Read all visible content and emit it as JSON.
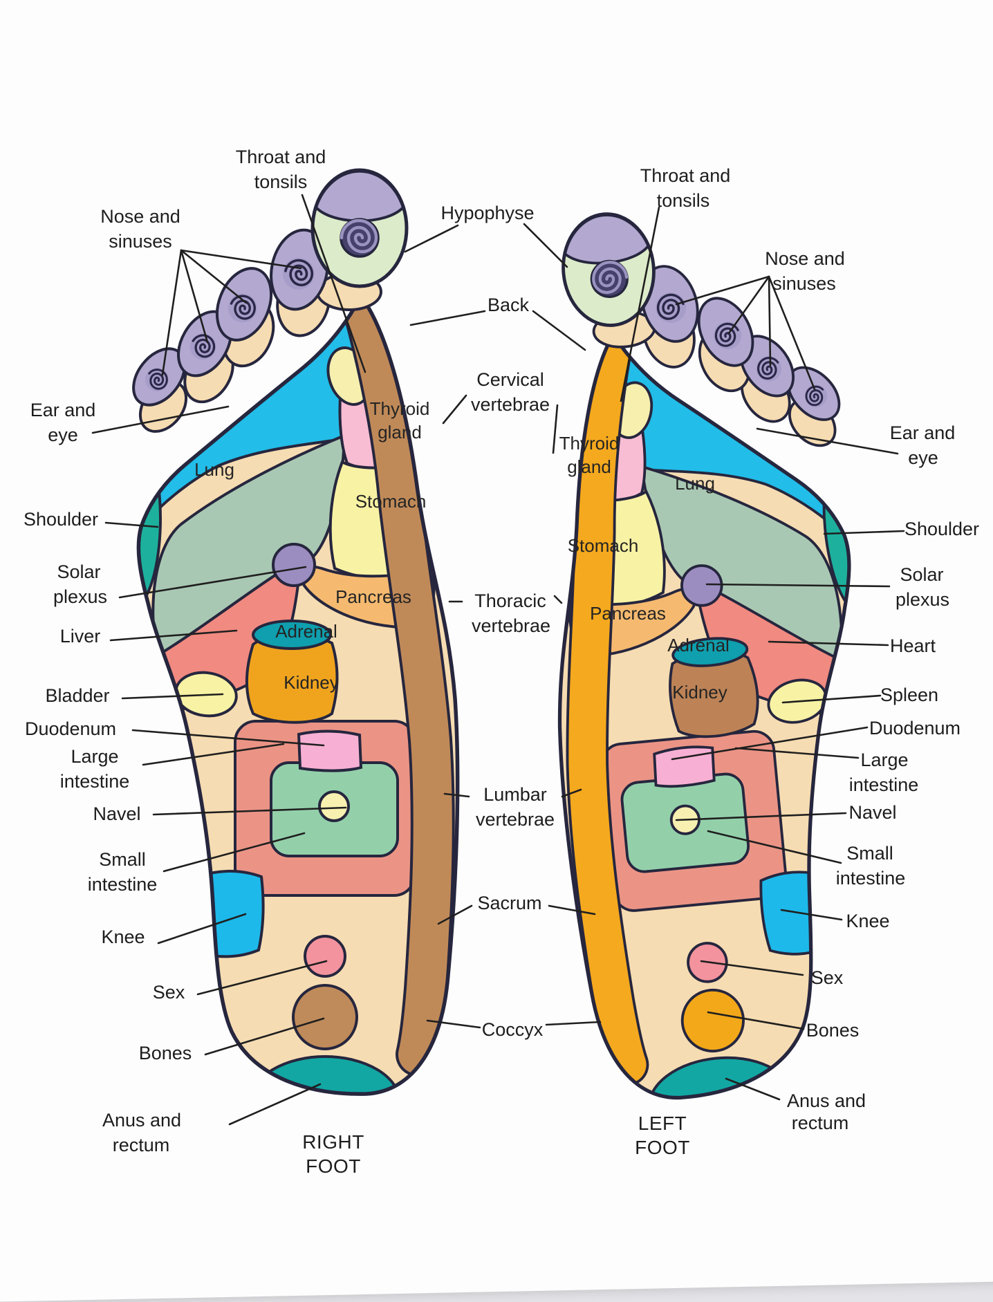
{
  "figure": "reflexology-foot-chart",
  "feet": {
    "right_caption": [
      "RIGHT",
      "FOOT"
    ],
    "left_caption": [
      "LEFT",
      "FOOT"
    ]
  },
  "zone_texts": {
    "lung": "Lung",
    "thyroid": [
      "Thyroid",
      "gland"
    ],
    "stomach": "Stomach",
    "pancreas": "Pancreas",
    "adrenal": "Adrenal",
    "kidney": "Kidney"
  },
  "labels_left": {
    "throat": [
      "Throat and",
      "tonsils"
    ],
    "nose": [
      "Nose and",
      "sinuses"
    ],
    "ear": [
      "Ear and",
      "eye"
    ],
    "shoulder": "Shoulder",
    "solar": [
      "Solar",
      "plexus"
    ],
    "liver": "Liver",
    "bladder": "Bladder",
    "duodenum": "Duodenum",
    "large": [
      "Large",
      "intestine"
    ],
    "navel": "Navel",
    "small": [
      "Small",
      "intestine"
    ],
    "knee": "Knee",
    "sex": "Sex",
    "bones": "Bones",
    "anus": [
      "Anus and",
      "rectum"
    ]
  },
  "labels_center": {
    "hypophyse": "Hypophyse",
    "back": "Back",
    "cervical": [
      "Cervical",
      "vertebrae"
    ],
    "thoracic": [
      "Thoracic",
      "vertebrae"
    ],
    "lumbar": [
      "Lumbar",
      "vertebrae"
    ],
    "sacrum": "Sacrum",
    "coccyx": "Coccyx"
  },
  "labels_right": {
    "throat": [
      "Throat and",
      "tonsils"
    ],
    "nose": [
      "Nose and",
      "sinuses"
    ],
    "ear": [
      "Ear and",
      "eye"
    ],
    "shoulder": "Shoulder",
    "solar": [
      "Solar",
      "plexus"
    ],
    "heart": "Heart",
    "spleen": "Spleen",
    "duodenum": "Duodenum",
    "large": [
      "Large",
      "intestine"
    ],
    "navel": "Navel",
    "small": [
      "Small",
      "intestine"
    ],
    "knee": "Knee",
    "sex": "Sex",
    "bones": "Bones",
    "anus": [
      "Anus and",
      "rectum"
    ]
  },
  "colors": {
    "skin": "#f6dcb2",
    "toe_lavender": "#b3a9d0",
    "big_toe_green": "#dcebc9",
    "ear_eye_cyan": "#22bde8",
    "lung_sage": "#a9c8b3",
    "shoulder_teal": "#1db19d",
    "solar_purple": "#9c8dc1",
    "liver_heart_salmon": "#f18a80",
    "pale_yellow": "#f8f2a4",
    "adrenal_teal": "#0f9fae",
    "kidney_right": "#f0a41e",
    "kidney_left": "#bd8356",
    "spine_right": "#c08a58",
    "spine_left": "#f5a91e",
    "thyroid_pink": "#f8bcd3",
    "duodenum_pink": "#f7b0d3",
    "large_intestine": "#eb9486",
    "small_intestine": "#93d0aa",
    "navel_cream": "#f8f0b0",
    "knee_cyan": "#1db9ea",
    "sex_pink": "#f2939e",
    "bones_right": "#c08b5a",
    "bones_left": "#f3a819",
    "anus_teal": "#12a7a3",
    "outline": "#26263e",
    "text": "#1d1d1d"
  }
}
